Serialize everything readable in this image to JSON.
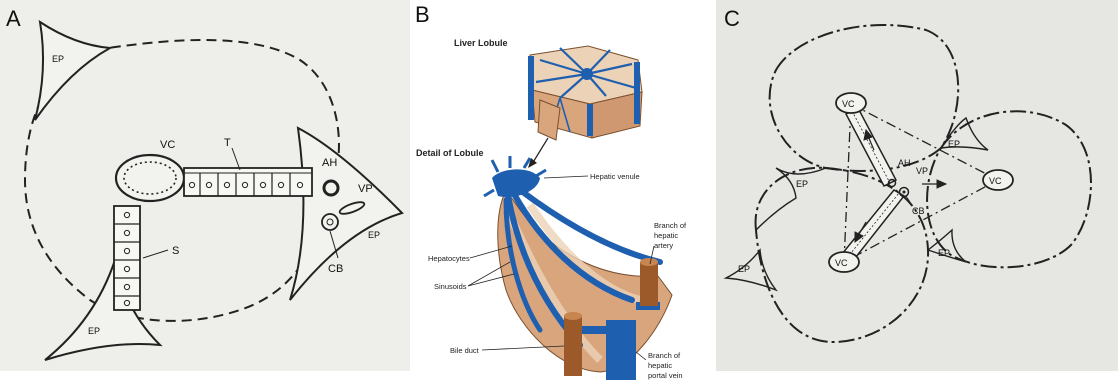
{
  "panel_a": {
    "letter": "A",
    "labels": {
      "ep_top": "EP",
      "ep_bottom": "EP",
      "ep_right": "EP",
      "vc": "VC",
      "t": "T",
      "ah": "AH",
      "vp": "VP",
      "s": "S",
      "cb": "CB"
    }
  },
  "panel_b": {
    "letter": "B",
    "title_lobule": "Liver Lobule",
    "title_detail": "Detail of Lobule",
    "labels": {
      "hepatic_venule": "Hepatic venule",
      "hepatocytes": "Hepatocytes",
      "sinusoids": "Sinusoids",
      "bile_duct": "Bile duct",
      "artery_1": "Branch of",
      "artery_2": "hepatic",
      "artery_3": "artery",
      "portal_1": "Branch of",
      "portal_2": "hepatic",
      "portal_3": "portal vein"
    }
  },
  "panel_c": {
    "letter": "C",
    "labels": {
      "vc_top": "VC",
      "vc_right": "VC",
      "vc_bottom": "VC",
      "ep_1": "EP",
      "ep_2": "EP",
      "ep_3": "EP",
      "ep_4": "EP",
      "ah": "AH",
      "vp": "VP",
      "cb": "CB"
    }
  },
  "colors": {
    "vein_blue": "#1f5fb0",
    "tissue_tan": "#d9a57c",
    "tissue_light": "#ecd2b6",
    "artery_brown": "#9c5a2a"
  }
}
